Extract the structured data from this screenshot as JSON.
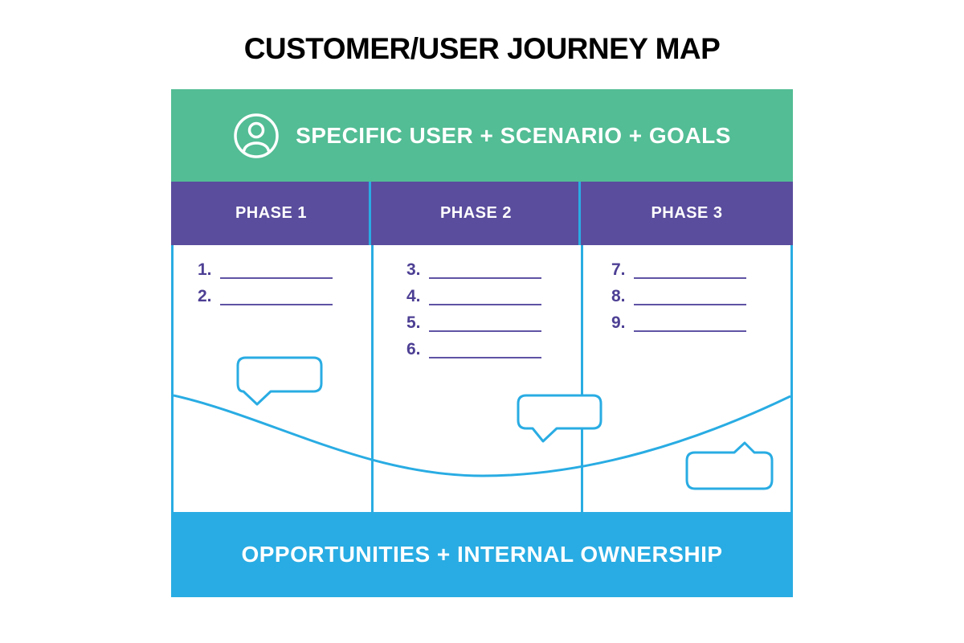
{
  "title": "CUSTOMER/USER JOURNEY MAP",
  "header": {
    "icon": "user-icon",
    "label": "SPECIFIC USER + SCENARIO + GOALS"
  },
  "phases": [
    {
      "label": "PHASE 1",
      "items": [
        "1.",
        "2."
      ]
    },
    {
      "label": "PHASE 2",
      "items": [
        "3.",
        "4.",
        "5.",
        "6."
      ]
    },
    {
      "label": "PHASE 3",
      "items": [
        "7.",
        "8.",
        "9."
      ]
    }
  ],
  "annotations": {
    "curve": "journey-curve",
    "bubbles": [
      "speech-bubble-tail-down",
      "speech-bubble-tail-down",
      "speech-bubble-tail-up"
    ]
  },
  "footer": {
    "label": "OPPORTUNITIES + INTERNAL OWNERSHIP"
  },
  "colors": {
    "green": "#53BD95",
    "purple": "#5A4D9D",
    "blue": "#29ACE3",
    "number_purple": "#4D3F94",
    "line_purple": "#5F53A4",
    "title_black": "#000000",
    "white": "#FFFFFF"
  }
}
